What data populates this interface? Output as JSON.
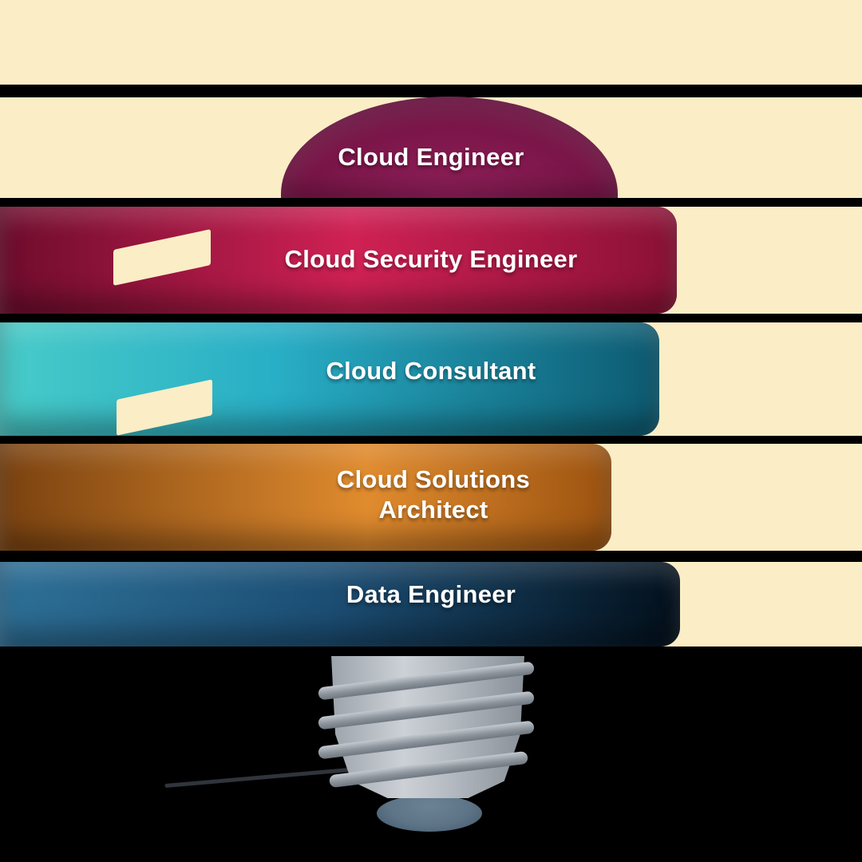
{
  "background": {
    "cream": "#FBEDC6",
    "stripe": "#000000"
  },
  "bands": [
    {
      "label": "Cloud Engineer",
      "colors": [
        "#7A1548",
        "#93215C",
        "#4A0B2E"
      ]
    },
    {
      "label": "Cloud Security Engineer",
      "colors": [
        "#6E0C2D",
        "#CF2154",
        "#8A1136"
      ]
    },
    {
      "label": "Cloud Consultant",
      "colors": [
        "#48CBC8",
        "#28AEC6",
        "#0D5A71"
      ]
    },
    {
      "label": "Cloud Solutions Architect",
      "colors": [
        "#7A4210",
        "#E08B2E",
        "#9C5310"
      ]
    },
    {
      "label": "Data Engineer",
      "colors": [
        "#2E7097",
        "#1C4E74",
        "#03101C"
      ]
    }
  ],
  "bulb": {
    "body_light": "#CCD1D6",
    "body_dark": "#878E96",
    "thread": "#8D949C",
    "tip": "#5D7486"
  },
  "text_color": "#FFFFFF"
}
